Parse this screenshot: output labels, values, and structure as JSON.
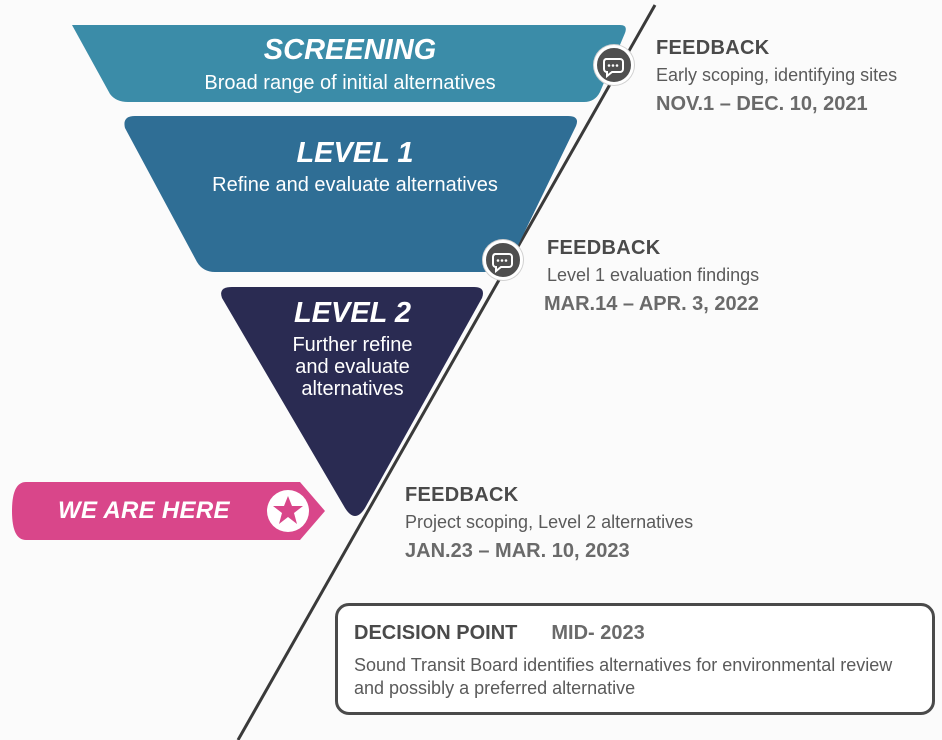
{
  "stages": [
    {
      "title": "SCREENING",
      "subtitle": "Broad range of initial alternatives",
      "color": "#3b8ca8"
    },
    {
      "title": "LEVEL 1",
      "subtitle": "Refine and evaluate alternatives",
      "color": "#2f6e95"
    },
    {
      "title": "LEVEL 2",
      "subtitle_lines": [
        "Further refine",
        "and evaluate",
        "alternatives"
      ],
      "color": "#2a2b52"
    }
  ],
  "feedback": [
    {
      "heading": "FEEDBACK",
      "description": "Early scoping, identifying sites",
      "date": "NOV.1 – DEC. 10, 2021"
    },
    {
      "heading": "FEEDBACK",
      "description": "Level 1 evaluation findings",
      "date": "MAR.14 – APR. 3, 2022"
    },
    {
      "heading": "FEEDBACK",
      "description": "Project scoping, Level 2 alternatives",
      "date": "JAN.23 – MAR. 10, 2023"
    }
  ],
  "marker": {
    "label": "WE ARE HERE",
    "color": "#d9468a",
    "icon": "star-icon"
  },
  "decision": {
    "heading": "DECISION POINT",
    "timing": "MID- 2023",
    "description": "Sound Transit Board identifies alternatives for environmental review and possibly a preferred alternative"
  },
  "icons": {
    "feedback": "chat-bubble-icon"
  }
}
